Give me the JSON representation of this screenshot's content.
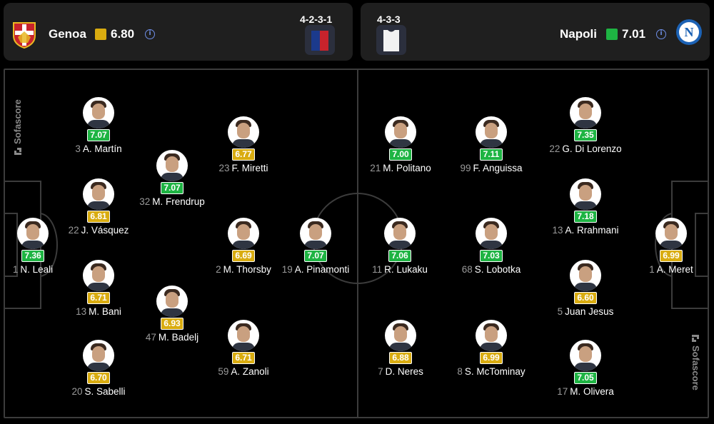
{
  "home": {
    "name": "Genoa",
    "rating": "6.80",
    "rating_color": "#d9ac10",
    "formation": "4-2-3-1",
    "info_icon": "ⓘ",
    "crest_icon": "genoa-crest-icon",
    "kit_icon": "red-blue-striped-shirt-icon",
    "players": [
      {
        "number": "1",
        "name": "N. Leali",
        "rating": "7.36",
        "color": "green"
      },
      {
        "number": "3",
        "name": "A. Martín",
        "rating": "7.07",
        "color": "green"
      },
      {
        "number": "22",
        "name": "J. Vásquez",
        "rating": "6.81",
        "color": "yellow"
      },
      {
        "number": "13",
        "name": "M. Bani",
        "rating": "6.71",
        "color": "yellow"
      },
      {
        "number": "20",
        "name": "S. Sabelli",
        "rating": "6.70",
        "color": "yellow"
      },
      {
        "number": "32",
        "name": "M. Frendrup",
        "rating": "7.07",
        "color": "green"
      },
      {
        "number": "47",
        "name": "M. Badelj",
        "rating": "6.93",
        "color": "yellow"
      },
      {
        "number": "23",
        "name": "F. Miretti",
        "rating": "6.77",
        "color": "yellow"
      },
      {
        "number": "2",
        "name": "M. Thorsby",
        "rating": "6.69",
        "color": "yellow"
      },
      {
        "number": "59",
        "name": "A. Zanoli",
        "rating": "6.71",
        "color": "yellow"
      },
      {
        "number": "19",
        "name": "A. Pinamonti",
        "rating": "7.07",
        "color": "green"
      }
    ]
  },
  "away": {
    "name": "Napoli",
    "rating": "7.01",
    "rating_color": "#1eb443",
    "formation": "4-3-3",
    "info_icon": "ⓘ",
    "crest_icon": "napoli-crest-icon",
    "crest_letter": "N",
    "kit_icon": "white-shirt-icon",
    "players": [
      {
        "number": "11",
        "name": "R. Lukaku",
        "rating": "7.06",
        "color": "green"
      },
      {
        "number": "21",
        "name": "M. Politano",
        "rating": "7.00",
        "color": "green"
      },
      {
        "number": "7",
        "name": "D. Neres",
        "rating": "6.88",
        "color": "yellow"
      },
      {
        "number": "99",
        "name": "F. Anguissa",
        "rating": "7.11",
        "color": "green"
      },
      {
        "number": "68",
        "name": "S. Lobotka",
        "rating": "7.03",
        "color": "green"
      },
      {
        "number": "8",
        "name": "S. McTominay",
        "rating": "6.99",
        "color": "yellow"
      },
      {
        "number": "22",
        "name": "G. Di Lorenzo",
        "rating": "7.35",
        "color": "green"
      },
      {
        "number": "13",
        "name": "A. Rrahmani",
        "rating": "7.18",
        "color": "green"
      },
      {
        "number": "5",
        "name": "Juan Jesus",
        "rating": "6.60",
        "color": "yellow"
      },
      {
        "number": "17",
        "name": "M. Olivera",
        "rating": "7.05",
        "color": "green"
      },
      {
        "number": "1",
        "name": "A. Meret",
        "rating": "6.99",
        "color": "yellow"
      }
    ]
  },
  "watermark": "Sofascore"
}
